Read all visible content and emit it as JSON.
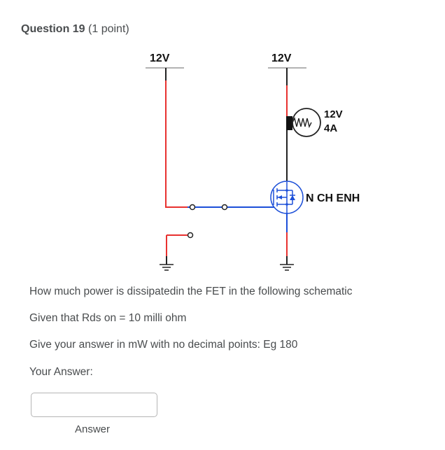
{
  "question": {
    "title": "Question 19",
    "points": "(1 point)"
  },
  "schematic": {
    "supply_left": "12V",
    "supply_right": "12V",
    "lamp_voltage": "12V",
    "lamp_current": "4A",
    "fet_label": "N CH ENH",
    "colors": {
      "wire_red": "#e8312f",
      "wire_blue": "#1c4fd8",
      "wire_dark": "#222222",
      "rail_gray": "#9a9a9a"
    }
  },
  "prompt": {
    "line1": "How much power is dissipatedin the FET  in the following schematic",
    "line2": "Given that Rds on = 10 milli ohm",
    "line3": "Give your answer in mW with no decimal points: Eg 180"
  },
  "answer": {
    "label": "Your Answer:",
    "value": "",
    "caption": "Answer"
  }
}
